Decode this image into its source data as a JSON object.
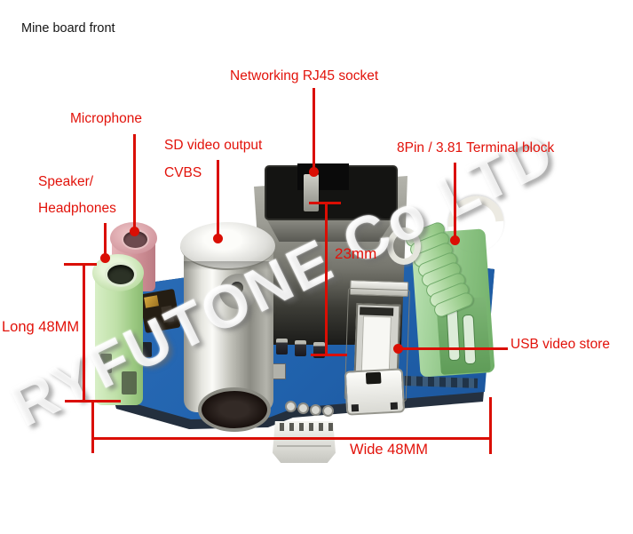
{
  "title": "Mine board front",
  "watermark": "RYFUTONE Co LTD",
  "colors": {
    "annotation_red": "#e2120a",
    "pcb_blue": "#2465af",
    "terminal_green": "#8cc383",
    "jack_green": "#bfe0a8",
    "jack_pink": "#d399a0",
    "bnc_silver": "#c2c2ba"
  },
  "labels": {
    "networking": "Networking RJ45 socket",
    "microphone": "Microphone",
    "sd_video_output": "SD video output",
    "cvbs": "CVBS",
    "speaker": "Speaker/",
    "headphones": "Headphones",
    "terminal_block": "8Pin / 3.81 Terminal block",
    "usb": "USB video store"
  },
  "dims": {
    "rj45_height": "23mm",
    "board_long": "Long 48MM",
    "board_wide": "Wide 48MM"
  }
}
